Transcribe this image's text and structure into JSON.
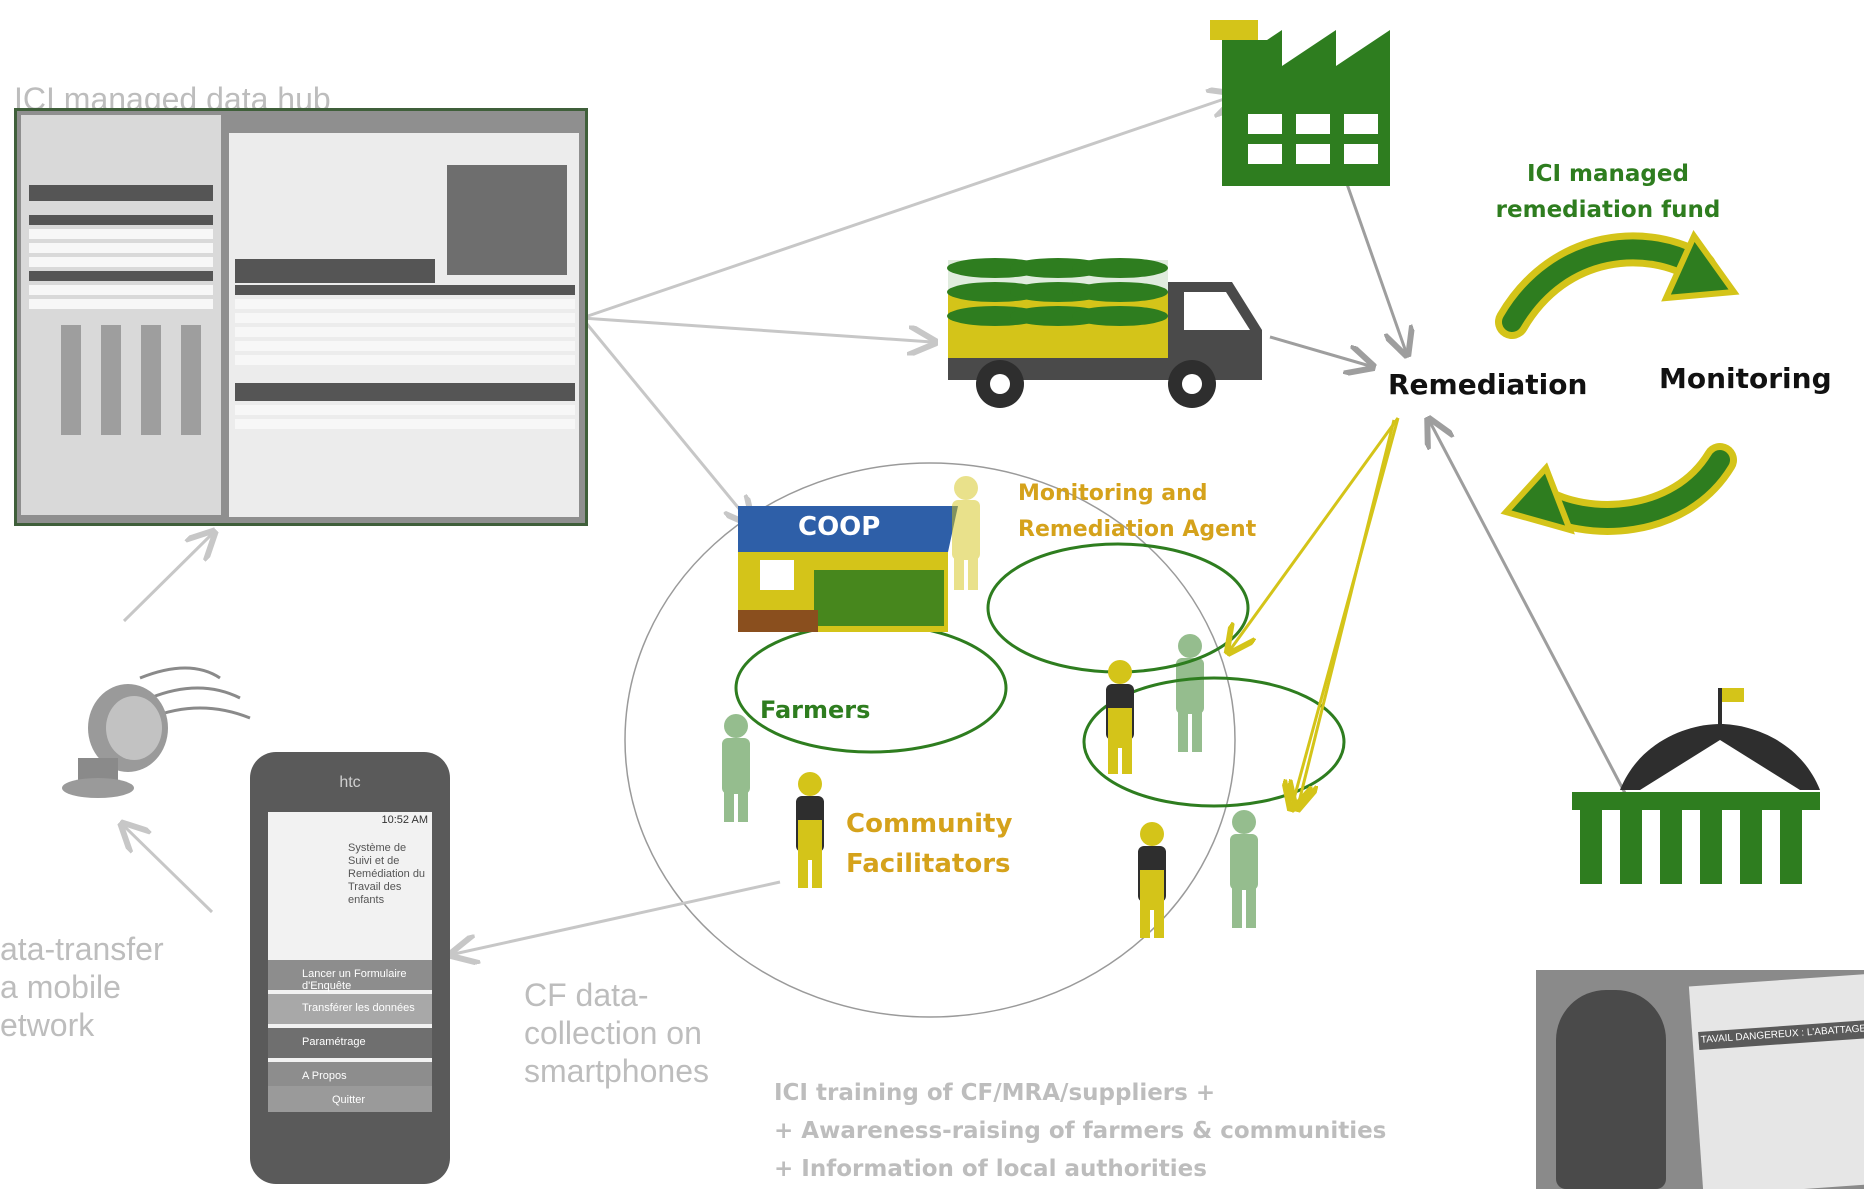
{
  "labels": {
    "hub_title": "ICI managed data hub",
    "fund": [
      "ICI managed",
      "remediation fund"
    ],
    "remediation": "Remediation",
    "monitoring": "Monitoring",
    "coop": "COOP",
    "mra": [
      "Monitoring and",
      "Remediation Agent"
    ],
    "farmers": "Farmers",
    "cf": [
      "Community",
      "Facilitators"
    ],
    "data_transfer": [
      "ata-transfer",
      "a mobile",
      "etwork"
    ],
    "cf_collection": [
      "CF data-",
      "collection on",
      "smartphones"
    ],
    "training": [
      "ICI training of CF/MRA/suppliers +",
      "+ Awareness-raising of farmers & communities",
      "+ Information of local authorities"
    ]
  },
  "phone": {
    "brand": "htc",
    "clock": "10:52 AM",
    "app_title": "Système de Suivi et de Remédiation du Travail des enfants",
    "menu": [
      "Lancer un Formulaire d'Enquête",
      "Transférer les données",
      "Paramétrage",
      "A Propos",
      "Quitter"
    ]
  },
  "trainer": {
    "poster_title": "TAVAIL DANGEREUX : L'ABATTAGE"
  },
  "colors": {
    "green": "#2e7d1f",
    "yellow": "#d4c419",
    "gray_arrow": "#c7c7c7",
    "dark_arrow": "#9e9e9e",
    "orange_text": "#d5a21b",
    "label_gray": "#bdbdbd"
  }
}
